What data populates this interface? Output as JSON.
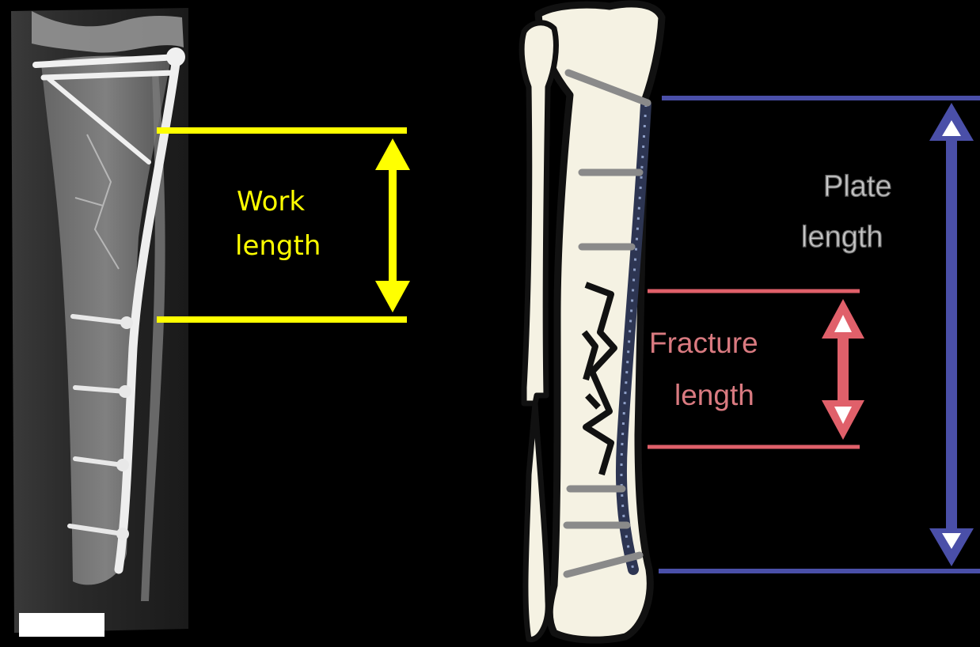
{
  "xray_panel": {
    "work_label_line1": "Work",
    "work_label_line2": "length"
  },
  "diagram_panel": {
    "plate_label_line1": "Plate",
    "plate_label_line2": "length",
    "fracture_label_line1": "Fracture",
    "fracture_label_line2": "length"
  },
  "colors": {
    "background": "#000000",
    "work_length": "#ffff00",
    "plate_length": "#4a4fa8",
    "fracture_length": "#e0606a",
    "bone": "#f5f2e3",
    "bone_outline": "#111111"
  }
}
